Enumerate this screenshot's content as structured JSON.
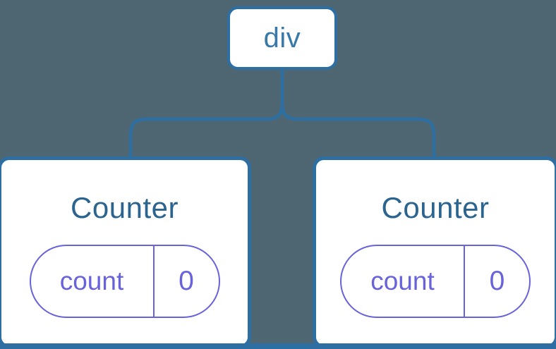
{
  "diagram": {
    "root": {
      "label": "div"
    },
    "children": [
      {
        "title": "Counter",
        "state": {
          "key": "count",
          "value": "0"
        }
      },
      {
        "title": "Counter",
        "state": {
          "key": "count",
          "value": "0"
        }
      }
    ],
    "colors": {
      "background": "#4d6672",
      "node_border_blue": "#2d6ea3",
      "root_label_blue": "#3779a9",
      "counter_title_blue": "#2a648f",
      "state_purple": "#6863dc",
      "node_fill": "#ffffff"
    }
  }
}
